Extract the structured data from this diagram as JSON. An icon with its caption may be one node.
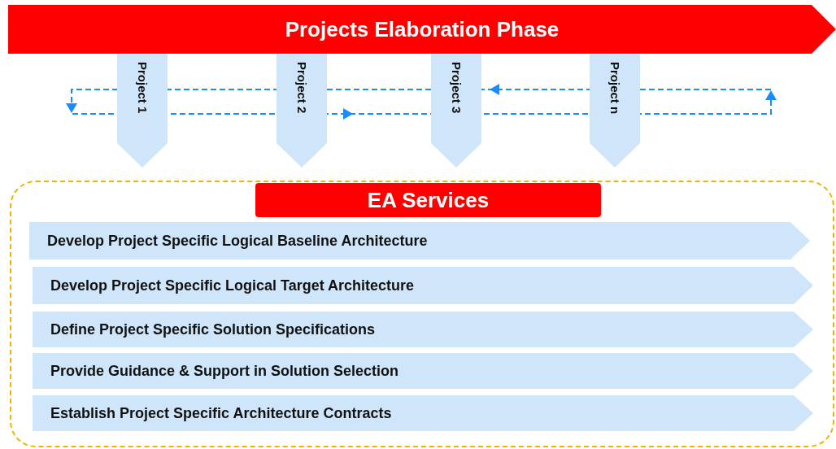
{
  "diagram": {
    "nodes": [
      {
        "text": [
          "Projects Elaboration Phase"
        ]
      },
      {
        "text": [
          "Project 1"
        ]
      },
      {
        "text": [
          "Project 2"
        ]
      },
      {
        "text": [
          "Project 3"
        ]
      },
      {
        "text": [
          "Project n"
        ]
      },
      {
        "text": [],
        "shape": "box"
      },
      {
        "text": [
          "EA Services"
        ],
        "in": 5
      },
      {
        "text": [
          "Develop Project Specific Logical Baseline Architecture"
        ],
        "in": 5
      },
      {
        "text": [
          "Develop Project Specific Logical Target Architecture"
        ],
        "in": 5
      },
      {
        "text": [
          "Define Project Specific Solution Specifications"
        ],
        "in": 5
      },
      {
        "text": [
          "Provide Guidance & Support in Solution Selection"
        ],
        "in": 5
      },
      {
        "text": [
          "Establish Project Specific Architecture Contracts"
        ],
        "in": 5
      }
    ]
  }
}
